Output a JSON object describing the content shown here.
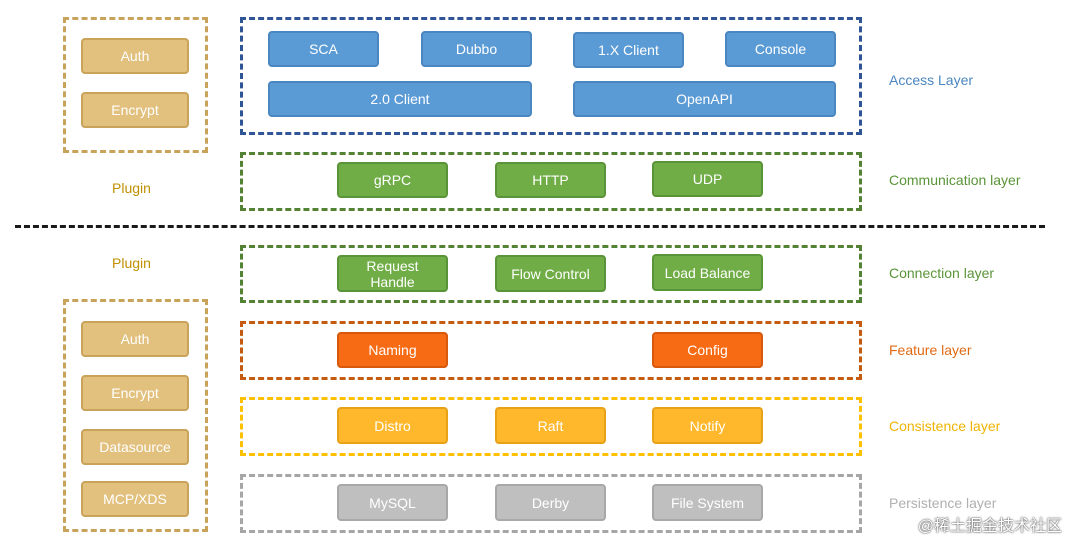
{
  "colors": {
    "access": "#2f5597",
    "communication": "#548235",
    "connection": "#548235",
    "feature": "#c55a11",
    "consistence": "#ffc000",
    "persistence": "#a6a6a6",
    "plugin": "#bf9000"
  },
  "plugin_top": {
    "label": "Plugin",
    "items": [
      "Auth",
      "Encrypt"
    ]
  },
  "plugin_bottom": {
    "label": "Plugin",
    "items": [
      "Auth",
      "Encrypt",
      "Datasource",
      "MCP/XDS"
    ]
  },
  "layers": {
    "access": {
      "label": "Access Layer",
      "items": [
        "SCA",
        "Dubbo",
        "1.X Client",
        "Console",
        "2.0 Client",
        "OpenAPI"
      ]
    },
    "communication": {
      "label": "Communication layer",
      "items": [
        "gRPC",
        "HTTP",
        "UDP"
      ]
    },
    "connection": {
      "label": "Connection layer",
      "items": [
        "Request\nHandle",
        "Flow Control",
        "Load Balance"
      ]
    },
    "feature": {
      "label": "Feature layer",
      "items": [
        "Naming",
        "Config"
      ]
    },
    "consistence": {
      "label": "Consistence layer",
      "items": [
        "Distro",
        "Raft",
        "Notify"
      ]
    },
    "persistence": {
      "label": "Persistence layer",
      "items": [
        "MySQL",
        "Derby",
        "File System"
      ]
    }
  },
  "watermark": "@稀土掘金技术社区"
}
